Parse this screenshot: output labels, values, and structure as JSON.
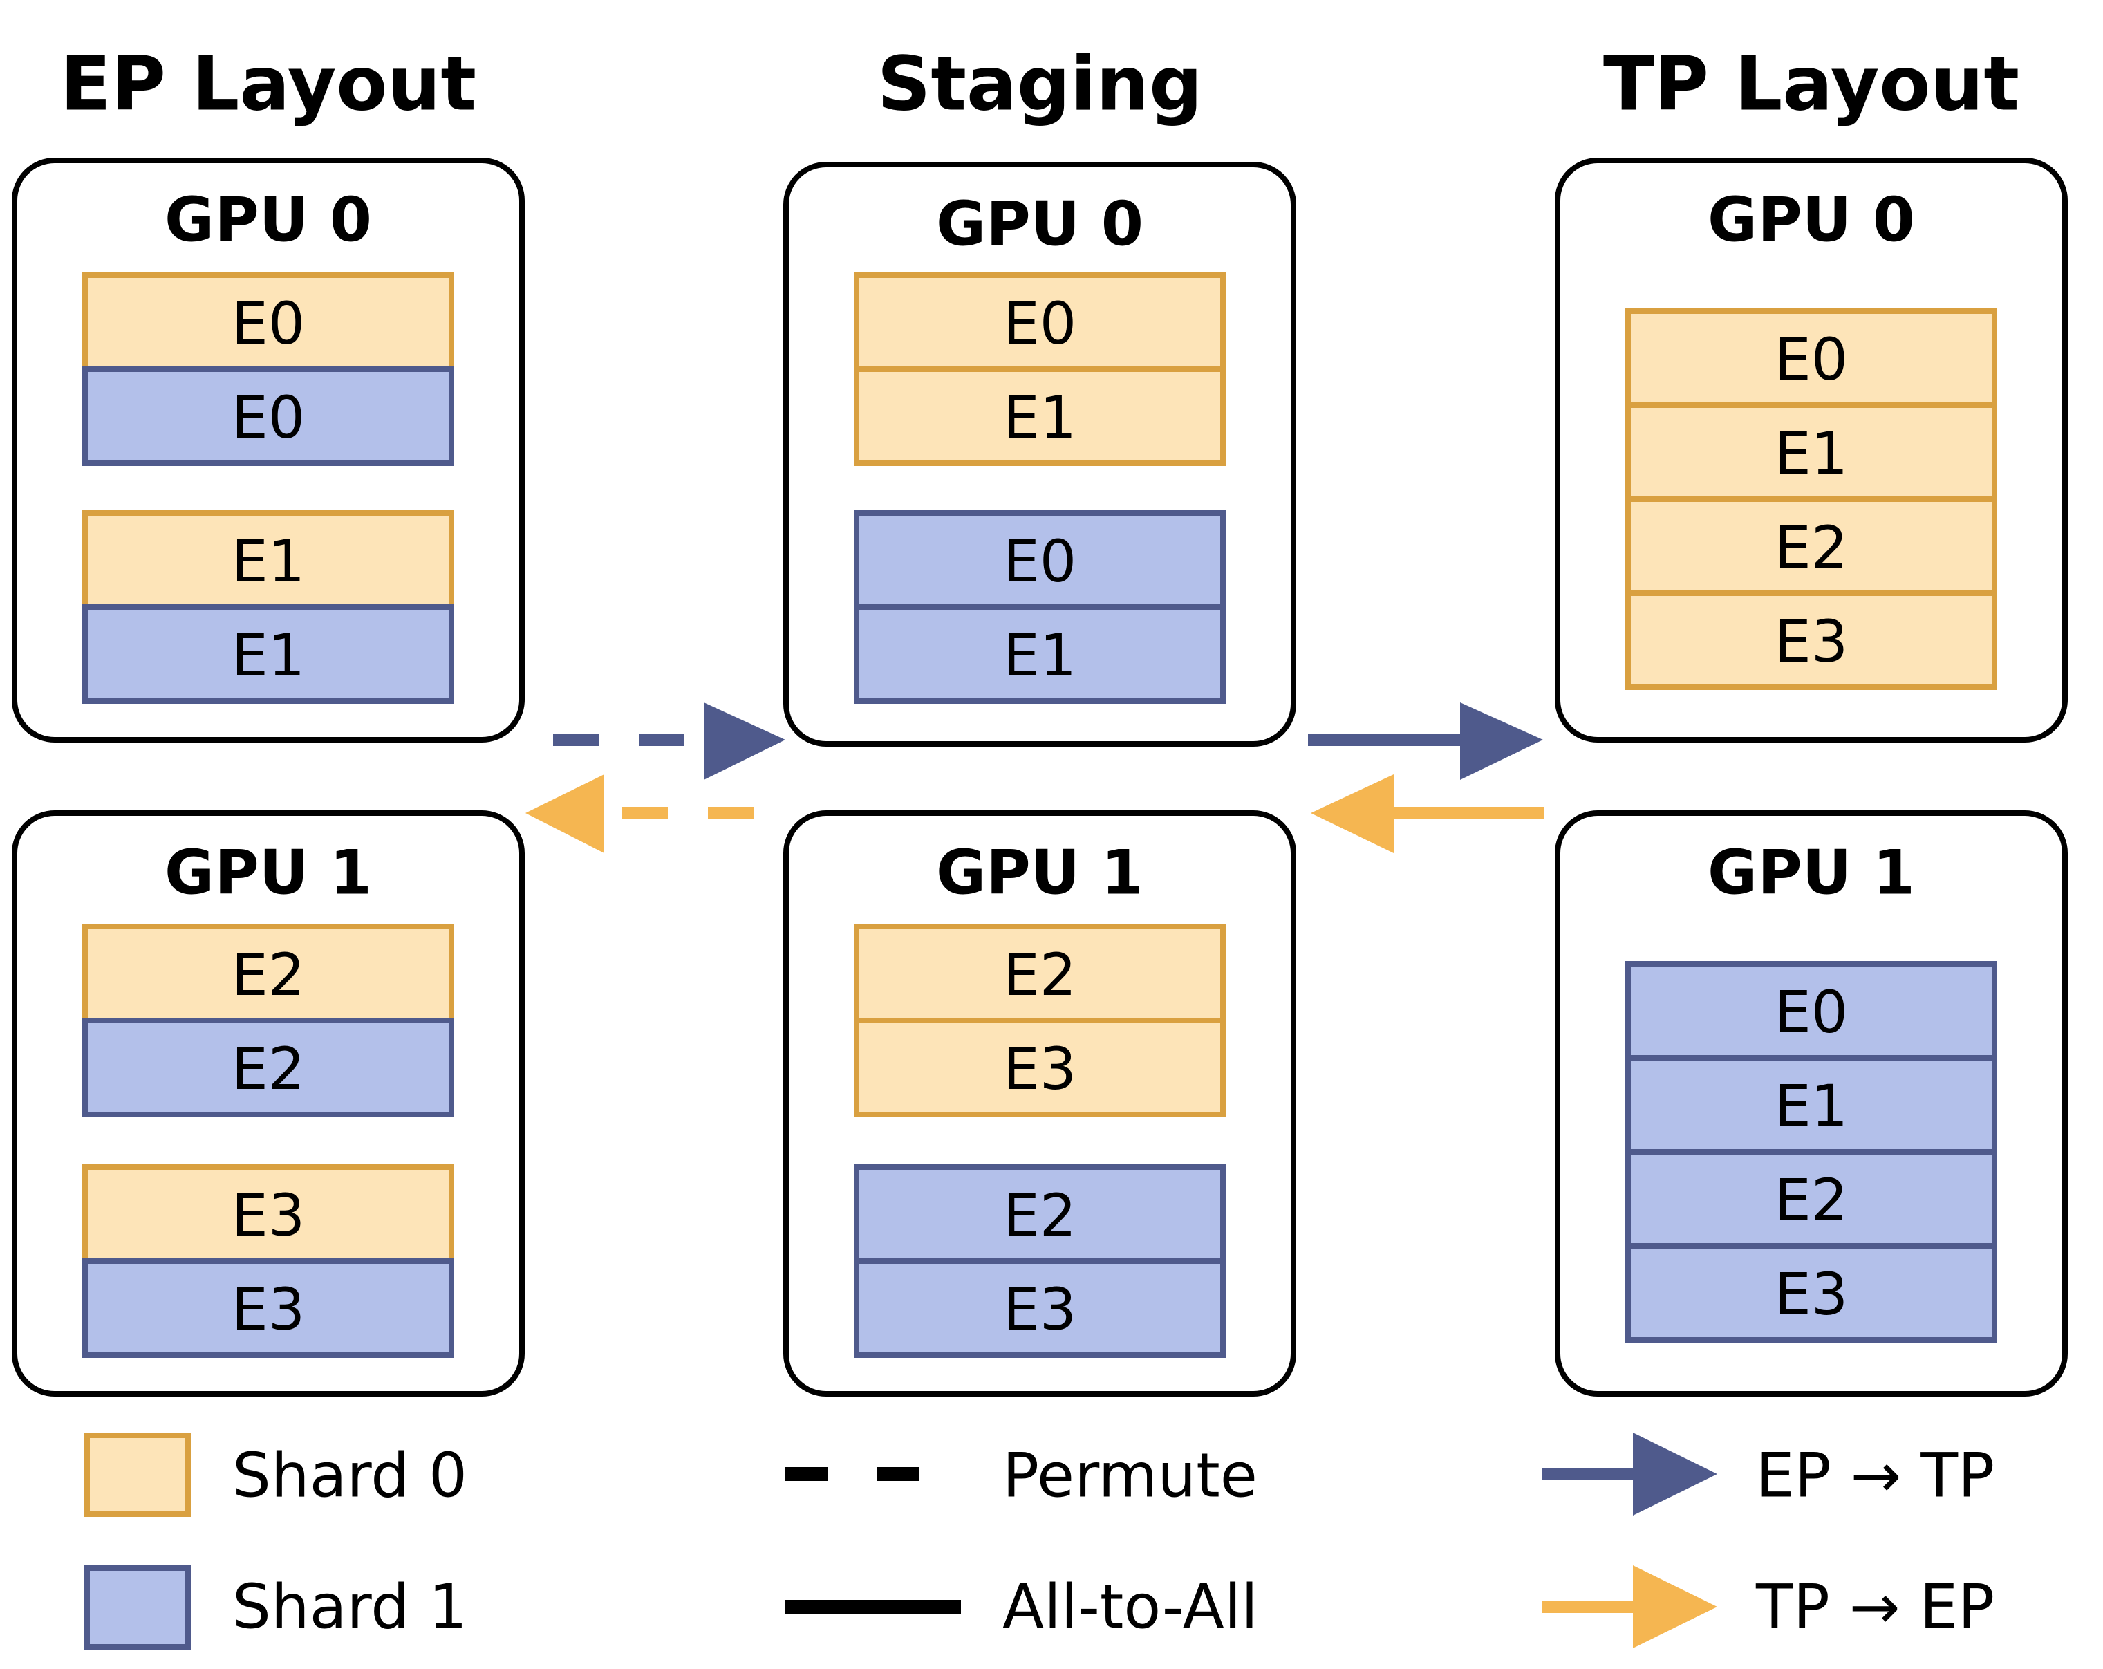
{
  "columns": [
    {
      "title": "EP Layout",
      "gpus": [
        {
          "title": "GPU 0",
          "groups": [
            [
              {
                "label": "E0",
                "shard": 0
              },
              {
                "label": "E0",
                "shard": 1
              }
            ],
            [
              {
                "label": "E1",
                "shard": 0
              },
              {
                "label": "E1",
                "shard": 1
              }
            ]
          ]
        },
        {
          "title": "GPU 1",
          "groups": [
            [
              {
                "label": "E2",
                "shard": 0
              },
              {
                "label": "E2",
                "shard": 1
              }
            ],
            [
              {
                "label": "E3",
                "shard": 0
              },
              {
                "label": "E3",
                "shard": 1
              }
            ]
          ]
        }
      ]
    },
    {
      "title": "Staging",
      "gpus": [
        {
          "title": "GPU 0",
          "groups": [
            [
              {
                "label": "E0",
                "shard": 0
              },
              {
                "label": "E1",
                "shard": 0
              }
            ],
            [
              {
                "label": "E0",
                "shard": 1
              },
              {
                "label": "E1",
                "shard": 1
              }
            ]
          ]
        },
        {
          "title": "GPU 1",
          "groups": [
            [
              {
                "label": "E2",
                "shard": 0
              },
              {
                "label": "E3",
                "shard": 0
              }
            ],
            [
              {
                "label": "E2",
                "shard": 1
              },
              {
                "label": "E3",
                "shard": 1
              }
            ]
          ]
        }
      ]
    },
    {
      "title": "TP Layout",
      "gpus": [
        {
          "title": "GPU 0",
          "groups": [
            [
              {
                "label": "E0",
                "shard": 0
              },
              {
                "label": "E1",
                "shard": 0
              },
              {
                "label": "E2",
                "shard": 0
              },
              {
                "label": "E3",
                "shard": 0
              }
            ]
          ]
        },
        {
          "title": "GPU 1",
          "groups": [
            [
              {
                "label": "E0",
                "shard": 1
              },
              {
                "label": "E1",
                "shard": 1
              },
              {
                "label": "E2",
                "shard": 1
              },
              {
                "label": "E3",
                "shard": 1
              }
            ]
          ]
        }
      ]
    }
  ],
  "colors": {
    "shard0_fill": "#fde4b8",
    "shard0_stroke": "#d9a040",
    "shard1_fill": "#b3c0ea",
    "shard1_stroke": "#4f5a8c",
    "ep_to_tp_arrow": "#4f5a8c",
    "tp_to_ep_arrow": "#f5b651",
    "box_stroke": "#000000"
  },
  "legend": {
    "shard0": "Shard 0",
    "shard1": "Shard 1",
    "permute": "Permute",
    "all_to_all": "All-to-All",
    "ep_to_tp": "EP → TP",
    "tp_to_ep": "TP → EP"
  },
  "arrows": [
    {
      "from": "EP Layout",
      "to": "Staging",
      "style": "dashed",
      "direction": "ep_to_tp"
    },
    {
      "from": "Staging",
      "to": "EP Layout",
      "style": "dashed",
      "direction": "tp_to_ep"
    },
    {
      "from": "Staging",
      "to": "TP Layout",
      "style": "solid",
      "direction": "ep_to_tp"
    },
    {
      "from": "TP Layout",
      "to": "Staging",
      "style": "solid",
      "direction": "tp_to_ep"
    }
  ]
}
